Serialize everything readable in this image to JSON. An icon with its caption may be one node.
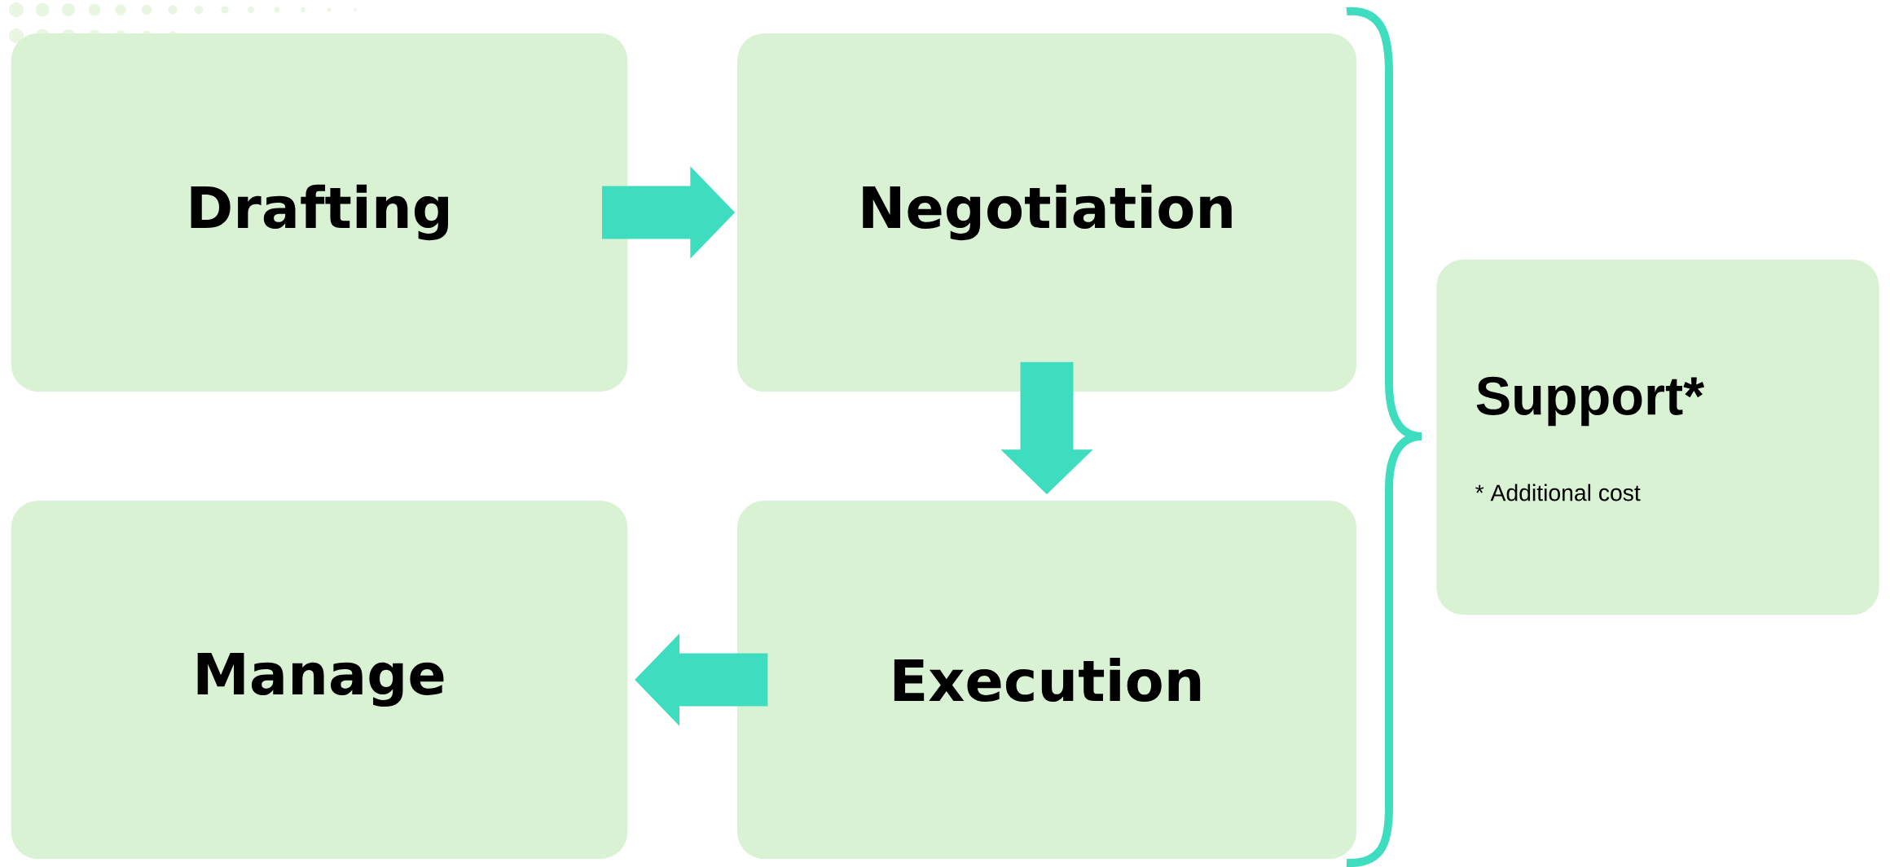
{
  "diagram": {
    "nodes": [
      {
        "text": [
          "Drafting"
        ]
      },
      {
        "text": [
          "Negotiation"
        ]
      },
      {
        "text": [
          "Manage"
        ]
      },
      {
        "text": [
          "Execution"
        ]
      },
      {
        "text": [
          "Support*",
          "* Additional cost"
        ]
      }
    ],
    "edges": [
      {
        "from": 0,
        "to": 1,
        "arrow": "to"
      },
      {
        "from": 1,
        "to": 3,
        "arrow": "to"
      },
      {
        "from": 3,
        "to": 2,
        "arrow": "to"
      }
    ]
  }
}
